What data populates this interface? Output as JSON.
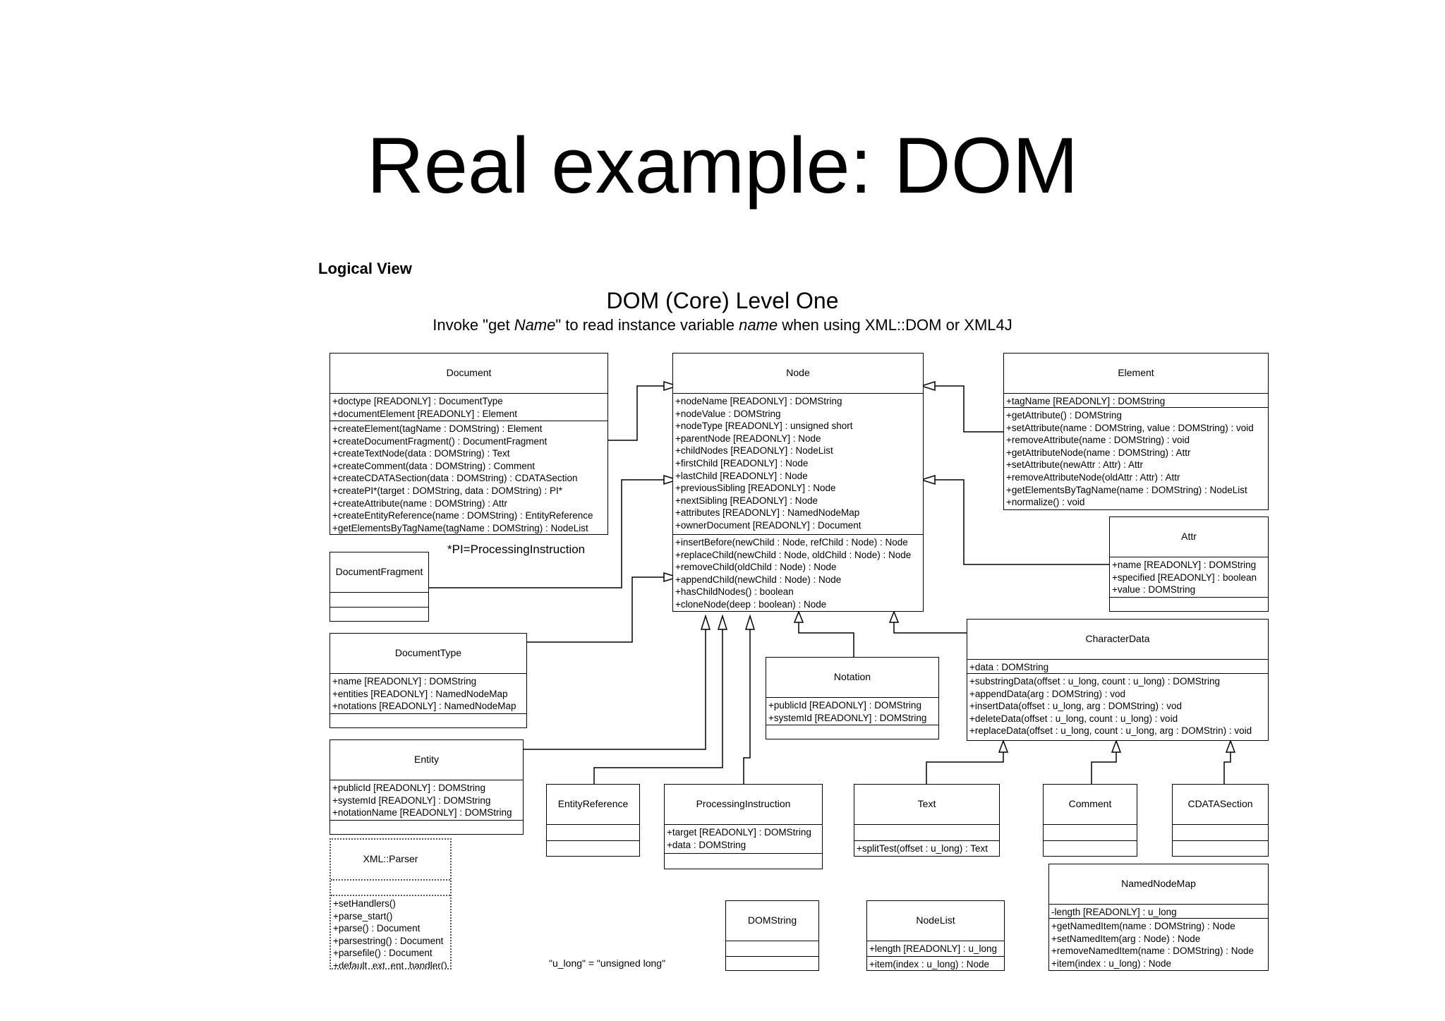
{
  "slide": {
    "title": "Real example: DOM",
    "view_label": "Logical View",
    "diagram_title": "DOM (Core) Level One",
    "subtitle": {
      "part1": "Invoke \"get ",
      "italic1": "Name",
      "part2": "\" to read instance variable ",
      "italic2": "name",
      "part3": " when using XML::DOM or XML4J"
    },
    "note_pi": "*PI=ProcessingInstruction",
    "note_ulong": "\"u_long\" = \"unsigned long\""
  },
  "classes": {
    "document": {
      "name": "Document",
      "attributes": [
        "+doctype [READONLY] : DocumentType",
        "+documentElement [READONLY] : Element"
      ],
      "operations": [
        "+createElement(tagName : DOMString) : Element",
        "+createDocumentFragment() : DocumentFragment",
        "+createTextNode(data : DOMString) : Text",
        "+createComment(data : DOMString) : Comment",
        "+createCDATASection(data : DOMString) : CDATASection",
        "+createPI*(target : DOMString, data : DOMString) : PI*",
        "+createAttribute(name : DOMString) : Attr",
        "+createEntityReference(name : DOMString) : EntityReference",
        "+getElementsByTagName(tagName : DOMString) : NodeList"
      ]
    },
    "node": {
      "name": "Node",
      "attributes": [
        "+nodeName [READONLY] : DOMString",
        "+nodeValue : DOMString",
        "+nodeType [READONLY] : unsigned short",
        "+parentNode [READONLY] : Node",
        "+childNodes [READONLY] : NodeList",
        "+firstChild [READONLY] : Node",
        "+lastChild [READONLY] : Node",
        "+previousSibling [READONLY] : Node",
        "+nextSibling [READONLY] : Node",
        "+attributes [READONLY] : NamedNodeMap",
        "+ownerDocument [READONLY] : Document"
      ],
      "operations": [
        "+insertBefore(newChild : Node, refChild : Node) : Node",
        "+replaceChild(newChild : Node, oldChild : Node) : Node",
        "+removeChild(oldChild : Node) : Node",
        "+appendChild(newChild : Node) : Node",
        "+hasChildNodes() : boolean",
        "+cloneNode(deep : boolean) : Node"
      ]
    },
    "element": {
      "name": "Element",
      "attributes": [
        "+tagName [READONLY] : DOMString"
      ],
      "operations": [
        "+getAttribute() : DOMString",
        "+setAttribute(name : DOMString, value : DOMString) : void",
        "+removeAttribute(name : DOMString) : void",
        "+getAttributeNode(name : DOMString) : Attr",
        "+setAttribute(newAttr : Attr) : Attr",
        "+removeAttributeNode(oldAttr : Attr) : Attr",
        "+getElementsByTagName(name : DOMString) : NodeList",
        "+normalize() : void"
      ]
    },
    "attr": {
      "name": "Attr",
      "attributes": [
        "+name [READONLY] : DOMString",
        "+specified [READONLY] : boolean",
        "+value : DOMString"
      ],
      "operations": []
    },
    "documentfragment": {
      "name": "DocumentFragment",
      "attributes": [],
      "operations": []
    },
    "documenttype": {
      "name": "DocumentType",
      "attributes": [
        "+name [READONLY] : DOMString",
        "+entities [READONLY] : NamedNodeMap",
        "+notations [READONLY] : NamedNodeMap"
      ],
      "operations": []
    },
    "characterdata": {
      "name": "CharacterData",
      "attributes": [
        "+data : DOMString"
      ],
      "operations": [
        "+substringData(offset : u_long, count : u_long) : DOMString",
        "+appendData(arg : DOMString) : vod",
        "+insertData(offset : u_long, arg : DOMString) : vod",
        "+deleteData(offset : u_long, count : u_long) : void",
        "+replaceData(offset : u_long, count : u_long, arg : DOMStrin) : void"
      ]
    },
    "notation": {
      "name": "Notation",
      "attributes": [
        "+publicId [READONLY] : DOMString",
        "+systemId [READONLY] : DOMString"
      ],
      "operations": []
    },
    "entity": {
      "name": "Entity",
      "attributes": [
        "+publicId [READONLY] : DOMString",
        "+systemId [READONLY] : DOMString",
        "+notationName [READONLY] : DOMString"
      ],
      "operations": []
    },
    "entityreference": {
      "name": "EntityReference",
      "attributes": [],
      "operations": []
    },
    "processinginstruction": {
      "name": "ProcessingInstruction",
      "attributes": [
        "+target [READONLY] : DOMString",
        "+data : DOMString"
      ],
      "operations": []
    },
    "text": {
      "name": "Text",
      "attributes": [],
      "operations": [
        "+splitTest(offset : u_long) : Text"
      ]
    },
    "comment": {
      "name": "Comment",
      "attributes": [],
      "operations": []
    },
    "cdatasection": {
      "name": "CDATASection",
      "attributes": [],
      "operations": []
    },
    "xmlparser": {
      "name": "XML::Parser",
      "attributes": [],
      "operations": [
        "+setHandlers()",
        "+parse_start()",
        "+parse() : Document",
        "+parsestring() : Document",
        "+parsefile() : Document",
        "+default_ext_ent_handler()"
      ]
    },
    "namednodemap": {
      "name": "NamedNodeMap",
      "attributes": [
        "-length [READONLY] : u_long"
      ],
      "operations": [
        "+getNamedItem(name : DOMString) : Node",
        "+setNamedItem(arg : Node) : Node",
        "+removeNamedItem(name : DOMString) : Node",
        "+item(index : u_long) : Node"
      ]
    },
    "domstring": {
      "name": "DOMString",
      "attributes": [],
      "operations": []
    },
    "nodelist": {
      "name": "NodeList",
      "attributes": [
        "+length [READONLY] : u_long"
      ],
      "operations": [
        "+item(index : u_long) : Node"
      ]
    }
  }
}
